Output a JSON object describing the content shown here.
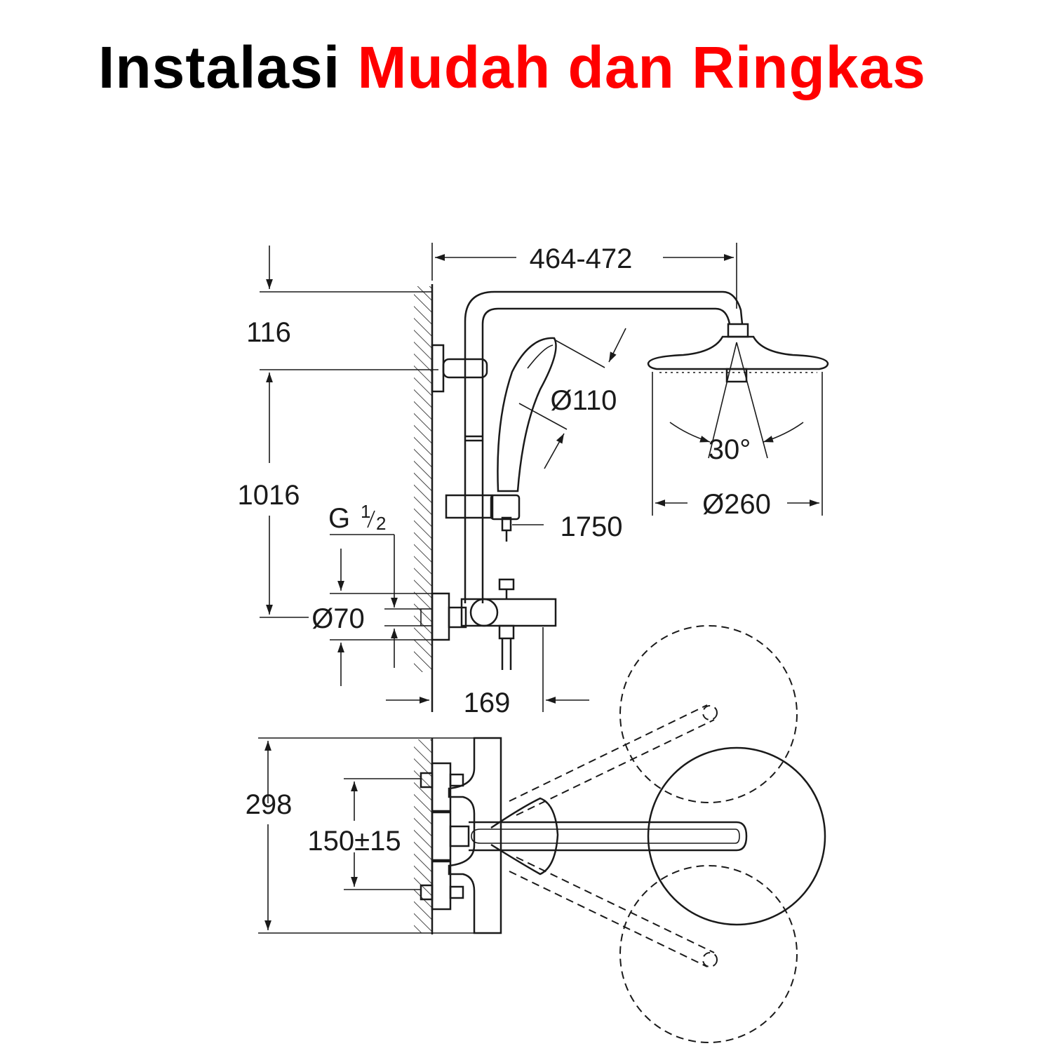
{
  "title": {
    "part1": "Instalasi",
    "part2": "Mudah dan Ringkas"
  },
  "colors": {
    "title_black": "#000000",
    "title_red": "#ff0000",
    "drawing": "#1a1a1a"
  },
  "dimensions": {
    "width_arm": "464-472",
    "top_offset": "116",
    "bar_length": "1016",
    "hand_shower": "Ø110",
    "spray_angle": "30°",
    "head_shower": "Ø260",
    "hose": "1750",
    "thread_g": "G",
    "thread_frac_num": "1",
    "thread_frac_den": "2",
    "escutcheon": "Ø70",
    "projection": "169",
    "depth": "298",
    "centers": "150±15"
  }
}
